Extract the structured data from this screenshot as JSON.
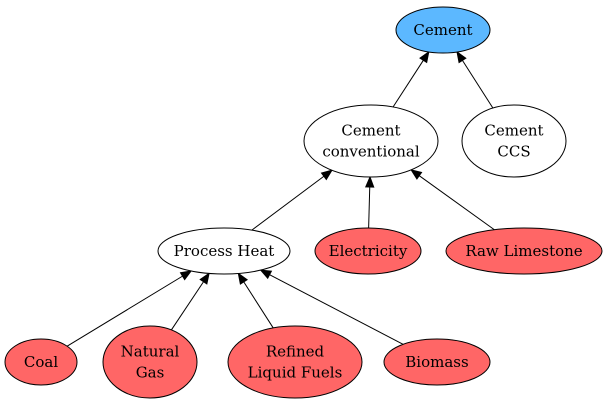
{
  "diagram": {
    "colors": {
      "root": "#5cb8ff",
      "input": "#ff6666",
      "intermediate": "#ffffff"
    },
    "nodes": {
      "cement": {
        "lines": [
          "Cement"
        ],
        "kind": "root"
      },
      "cement_conventional": {
        "lines": [
          "Cement",
          "conventional"
        ],
        "kind": "intermediate"
      },
      "cement_ccs": {
        "lines": [
          "Cement",
          "CCS"
        ],
        "kind": "intermediate"
      },
      "process_heat": {
        "lines": [
          "Process Heat"
        ],
        "kind": "intermediate"
      },
      "electricity": {
        "lines": [
          "Electricity"
        ],
        "kind": "input"
      },
      "raw_limestone": {
        "lines": [
          "Raw Limestone"
        ],
        "kind": "input"
      },
      "coal": {
        "lines": [
          "Coal"
        ],
        "kind": "input"
      },
      "natural_gas": {
        "lines": [
          "Natural",
          "Gas"
        ],
        "kind": "input"
      },
      "refined_liquid_fuels": {
        "lines": [
          "Refined",
          "Liquid Fuels"
        ],
        "kind": "input"
      },
      "biomass": {
        "lines": [
          "Biomass"
        ],
        "kind": "input"
      }
    },
    "edges": [
      {
        "from": "cement_conventional",
        "to": "cement"
      },
      {
        "from": "cement_ccs",
        "to": "cement"
      },
      {
        "from": "process_heat",
        "to": "cement_conventional"
      },
      {
        "from": "electricity",
        "to": "cement_conventional"
      },
      {
        "from": "raw_limestone",
        "to": "cement_conventional"
      },
      {
        "from": "coal",
        "to": "process_heat"
      },
      {
        "from": "natural_gas",
        "to": "process_heat"
      },
      {
        "from": "refined_liquid_fuels",
        "to": "process_heat"
      },
      {
        "from": "biomass",
        "to": "process_heat"
      }
    ]
  }
}
